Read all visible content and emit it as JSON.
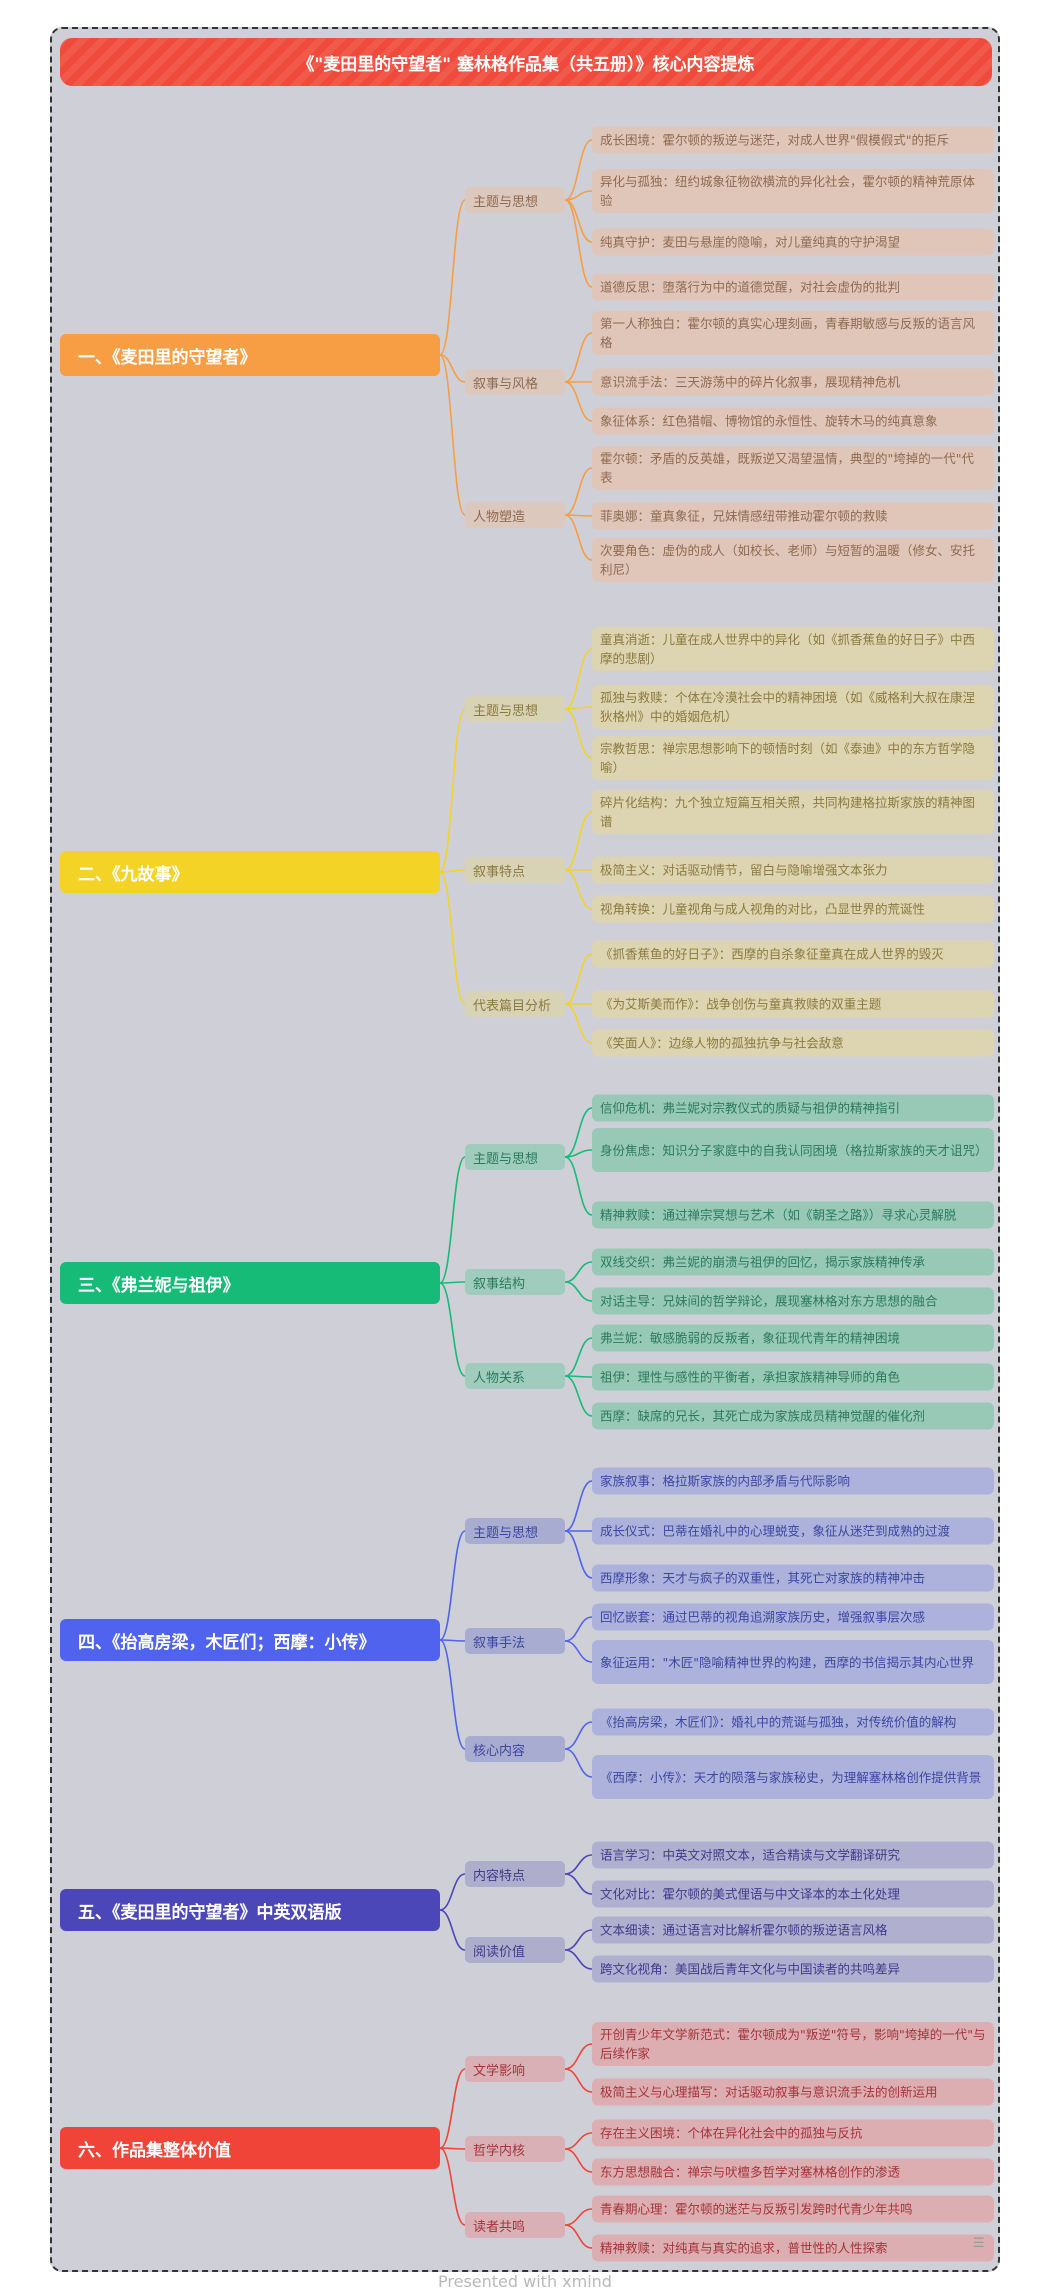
{
  "title": "《\"麦田里的守望者\" 塞林格作品集（共五册）》核心内容提炼",
  "watermark": "Presented with xmind",
  "colors": {
    "frame_bg": "#cfcfd7",
    "title_bg": "#f15a4a"
  },
  "branches": [
    {
      "label": "一、《麦田里的守望者》",
      "color": "#f79d44",
      "sub_bg": "#dcc8bc",
      "leaf_bg": "#dfc6b8",
      "text": "#8f6a52",
      "groups": [
        {
          "label": "主题与思想",
          "items": [
            "成长困境：霍尔顿的叛逆与迷茫，对成人世界\"假模假式\"的拒斥",
            "异化与孤独：纽约城象征物欲横流的异化社会，霍尔顿的精神荒原体验",
            "纯真守护：麦田与悬崖的隐喻，对儿童纯真的守护渴望",
            "道德反思：堕落行为中的道德觉醒，对社会虚伪的批判"
          ]
        },
        {
          "label": "叙事与风格",
          "items": [
            "第一人称独白：霍尔顿的真实心理刻画，青春期敏感与反叛的语言风格",
            "意识流手法：三天游荡中的碎片化叙事，展现精神危机",
            "象征体系：红色猎帽、博物馆的永恒性、旋转木马的纯真意象"
          ]
        },
        {
          "label": "人物塑造",
          "items": [
            "霍尔顿：矛盾的反英雄，既叛逆又渴望温情，典型的\"垮掉的一代\"代表",
            "菲奥娜：童真象征，兄妹情感纽带推动霍尔顿的救赎",
            "次要角色：虚伪的成人（如校长、老师）与短暂的温暖（修女、安托利尼）"
          ]
        }
      ]
    },
    {
      "label": "二、《九故事》",
      "color": "#f2d326",
      "sub_bg": "#d9d3b6",
      "leaf_bg": "#ddd4b2",
      "text": "#8a7a3e",
      "groups": [
        {
          "label": "主题与思想",
          "items": [
            "童真消逝：儿童在成人世界中的异化（如《抓香蕉鱼的好日子》中西摩的悲剧）",
            "孤独与救赎：个体在冷漠社会中的精神困境（如《威格利大叔在康涅狄格州》中的婚姻危机）",
            "宗教哲思：禅宗思想影响下的顿悟时刻（如《泰迪》中的东方哲学隐喻）"
          ]
        },
        {
          "label": "叙事特点",
          "items": [
            "碎片化结构：九个独立短篇互相关照，共同构建格拉斯家族的精神图谱",
            "极简主义：对话驱动情节，留白与隐喻增强文本张力",
            "视角转换：儿童视角与成人视角的对比，凸显世界的荒诞性"
          ]
        },
        {
          "label": "代表篇目分析",
          "items": [
            "《抓香蕉鱼的好日子》：西摩的自杀象征童真在成人世界的毁灭",
            "《为艾斯美而作》：战争创伤与童真救赎的双重主题",
            "《笑面人》：边缘人物的孤独抗争与社会敌意"
          ]
        }
      ]
    },
    {
      "label": "三、《弗兰妮与祖伊》",
      "color": "#17bb78",
      "sub_bg": "#9fccbc",
      "leaf_bg": "#98c9b7",
      "text": "#2a7a5c",
      "groups": [
        {
          "label": "主题与思想",
          "items": [
            "信仰危机：弗兰妮对宗教仪式的质疑与祖伊的精神指引",
            "身份焦虑：知识分子家庭中的自我认同困境（格拉斯家族的天才诅咒）",
            "精神救赎：通过禅宗冥想与艺术（如《朝圣之路》）寻求心灵解脱"
          ]
        },
        {
          "label": "叙事结构",
          "items": [
            "双线交织：弗兰妮的崩溃与祖伊的回忆，揭示家族精神传承",
            "对话主导：兄妹间的哲学辩论，展现塞林格对东方思想的融合"
          ]
        },
        {
          "label": "人物关系",
          "items": [
            "弗兰妮：敏感脆弱的反叛者，象征现代青年的精神困境",
            "祖伊：理性与感性的平衡者，承担家族精神导师的角色",
            "西摩：缺席的兄长，其死亡成为家族成员精神觉醒的催化剂"
          ]
        }
      ]
    },
    {
      "label": "四、《抬高房梁，木匠们；西摩：小传》",
      "color": "#4f63ef",
      "sub_bg": "#a9acd1",
      "leaf_bg": "#adb2dc",
      "text": "#3c46a0",
      "groups": [
        {
          "label": "主题与思想",
          "items": [
            "家族叙事：格拉斯家族的内部矛盾与代际影响",
            "成长仪式：巴蒂在婚礼中的心理蜕变，象征从迷茫到成熟的过渡",
            "西摩形象：天才与疯子的双重性，其死亡对家族的精神冲击"
          ]
        },
        {
          "label": "叙事手法",
          "items": [
            "回忆嵌套：通过巴蒂的视角追溯家族历史，增强叙事层次感",
            "象征运用：\"木匠\"隐喻精神世界的构建，西摩的书信揭示其内心世界"
          ]
        },
        {
          "label": "核心内容",
          "items": [
            "《抬高房梁，木匠们》：婚礼中的荒诞与孤独，对传统价值的解构",
            "《西摩：小传》：天才的陨落与家族秘史，为理解塞林格创作提供背景"
          ]
        }
      ]
    },
    {
      "label": "五、《麦田里的守望者》中英双语版",
      "color": "#4c47b8",
      "sub_bg": "#aeadcc",
      "leaf_bg": "#b0afd0",
      "text": "#3f3a8a",
      "groups": [
        {
          "label": "内容特点",
          "items": [
            "语言学习：中英文对照文本，适合精读与文学翻译研究",
            "文化对比：霍尔顿的美式俚语与中文译本的本土化处理"
          ]
        },
        {
          "label": "阅读价值",
          "items": [
            "文本细读：通过语言对比解析霍尔顿的叛逆语言风格",
            "跨文化视角：美国战后青年文化与中国读者的共鸣差异"
          ]
        }
      ]
    },
    {
      "label": "六、作品集整体价值",
      "color": "#f04438",
      "sub_bg": "#d8b0b6",
      "leaf_bg": "#dcaeb2",
      "text": "#a3343a",
      "groups": [
        {
          "label": "文学影响",
          "items": [
            "开创青少年文学新范式：霍尔顿成为\"叛逆\"符号，影响\"垮掉的一代\"与后续作家",
            "极简主义与心理描写：对话驱动叙事与意识流手法的创新运用"
          ]
        },
        {
          "label": "哲学内核",
          "items": [
            "存在主义困境：个体在异化社会中的孤独与反抗",
            "东方思想融合：禅宗与吠檀多哲学对塞林格创作的渗透"
          ]
        },
        {
          "label": "读者共鸣",
          "items": [
            "青春期心理：霍尔顿的迷茫与反叛引发跨时代青少年共鸣",
            "精神救赎：对纯真与真实的追求，普世性的人性探索"
          ]
        }
      ]
    }
  ]
}
